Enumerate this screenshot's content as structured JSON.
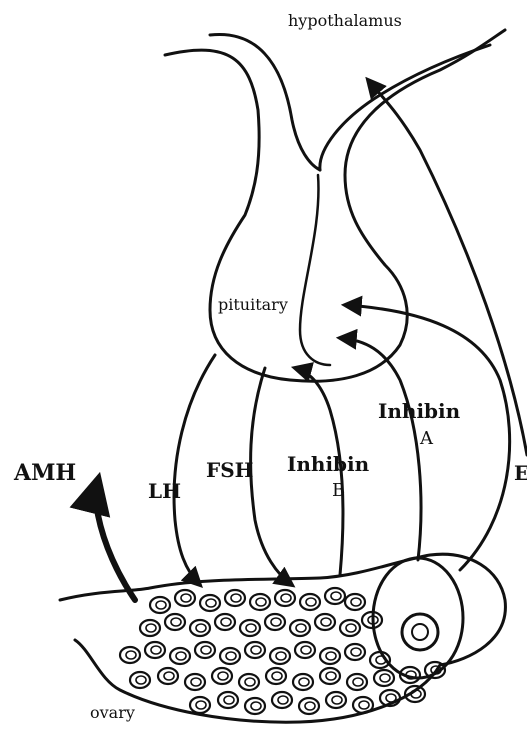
{
  "labels": {
    "hypothalamus": "hypothalamus",
    "pituitary": "pituitary",
    "ovary": "ovary",
    "amh": "AMH",
    "lh": "LH",
    "fsh": "FSH",
    "inhibin_b_word": "Inhibin",
    "inhibin_b_letter": "B",
    "inhibin_a_word": "Inhibin",
    "inhibin_a_letter": "A",
    "edge_letter": "E"
  },
  "colors": {
    "ink": "#111111",
    "background": "#ffffff"
  }
}
